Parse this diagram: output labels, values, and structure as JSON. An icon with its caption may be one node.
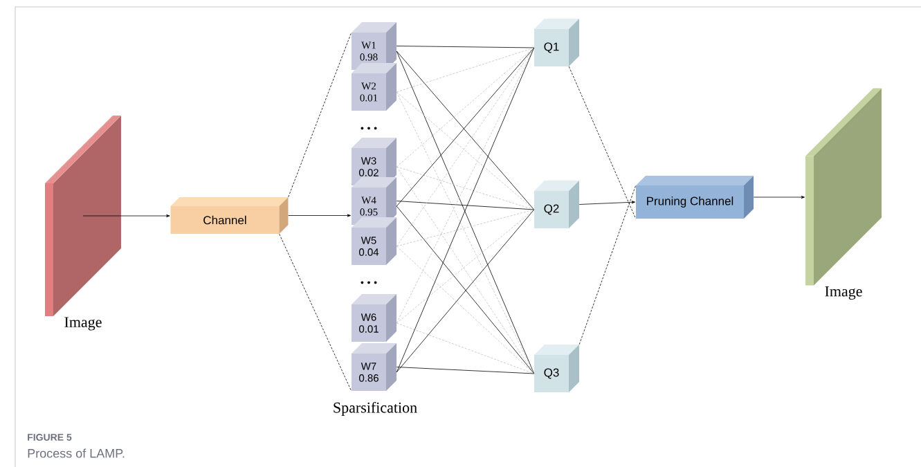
{
  "diagram": {
    "caption": "Process of LAMP.",
    "nodes": [
      {
        "text": [
          "Image"
        ]
      },
      {
        "text": [
          "Channel"
        ]
      },
      {
        "text": [
          "W1",
          "0.98"
        ]
      },
      {
        "text": [
          "W2",
          "0.01"
        ]
      },
      {
        "text": [
          "W3",
          "0.02"
        ]
      },
      {
        "text": [
          "W4",
          "0.95"
        ]
      },
      {
        "text": [
          "W5",
          "0.04"
        ]
      },
      {
        "text": [
          "W6",
          "0.01"
        ]
      },
      {
        "text": [
          "W7",
          "0.86"
        ]
      },
      {
        "text": [
          "Q1"
        ]
      },
      {
        "text": [
          "Q2"
        ]
      },
      {
        "text": [
          "Q3"
        ]
      },
      {
        "text": [
          "Pruning Channel"
        ]
      },
      {
        "text": [
          "Image"
        ]
      }
    ],
    "edges": [
      {
        "from": 0,
        "to": 1,
        "arrow": "to"
      },
      {
        "from": 1,
        "to": 5,
        "arrow": "to"
      },
      {
        "from": 1,
        "to": 2,
        "arrow": "none",
        "style": "dashed"
      },
      {
        "from": 1,
        "to": 8,
        "arrow": "none",
        "style": "dashed"
      },
      {
        "from": 2,
        "to": 9,
        "arrow": "none"
      },
      {
        "from": 2,
        "to": 10,
        "arrow": "none"
      },
      {
        "from": 2,
        "to": 11,
        "arrow": "none"
      },
      {
        "from": 3,
        "to": 9,
        "arrow": "none",
        "style": "dashed",
        "color": "#c0c0c0"
      },
      {
        "from": 3,
        "to": 10,
        "arrow": "none",
        "style": "dashed",
        "color": "#c0c0c0"
      },
      {
        "from": 3,
        "to": 11,
        "arrow": "none",
        "style": "dashed",
        "color": "#c0c0c0"
      },
      {
        "from": 4,
        "to": 9,
        "arrow": "none",
        "style": "dashed",
        "color": "#c0c0c0"
      },
      {
        "from": 4,
        "to": 10,
        "arrow": "none",
        "style": "dashed",
        "color": "#c0c0c0"
      },
      {
        "from": 4,
        "to": 11,
        "arrow": "none",
        "style": "dashed",
        "color": "#c0c0c0"
      },
      {
        "from": 5,
        "to": 9,
        "arrow": "none"
      },
      {
        "from": 5,
        "to": 10,
        "arrow": "none"
      },
      {
        "from": 5,
        "to": 11,
        "arrow": "none"
      },
      {
        "from": 6,
        "to": 9,
        "arrow": "none",
        "style": "dashed",
        "color": "#c0c0c0"
      },
      {
        "from": 6,
        "to": 10,
        "arrow": "none",
        "style": "dashed",
        "color": "#c0c0c0"
      },
      {
        "from": 6,
        "to": 11,
        "arrow": "none",
        "style": "dashed",
        "color": "#c0c0c0"
      },
      {
        "from": 7,
        "to": 9,
        "arrow": "none",
        "style": "dashed",
        "color": "#c0c0c0"
      },
      {
        "from": 7,
        "to": 10,
        "arrow": "none",
        "style": "dashed",
        "color": "#c0c0c0"
      },
      {
        "from": 7,
        "to": 11,
        "arrow": "none",
        "style": "dashed",
        "color": "#c0c0c0"
      },
      {
        "from": 8,
        "to": 9,
        "arrow": "none"
      },
      {
        "from": 8,
        "to": 10,
        "arrow": "none"
      },
      {
        "from": 8,
        "to": 11,
        "arrow": "none"
      },
      {
        "from": 9,
        "to": 12,
        "arrow": "none",
        "style": "dashed"
      },
      {
        "from": 10,
        "to": 12,
        "arrow": "to"
      },
      {
        "from": 11,
        "to": 12,
        "arrow": "none",
        "style": "dashed"
      },
      {
        "from": 12,
        "to": 13,
        "arrow": "to"
      }
    ],
    "labels": [
      "• • •",
      "• • •",
      "Sparsification",
      "FIGURE 5"
    ]
  }
}
